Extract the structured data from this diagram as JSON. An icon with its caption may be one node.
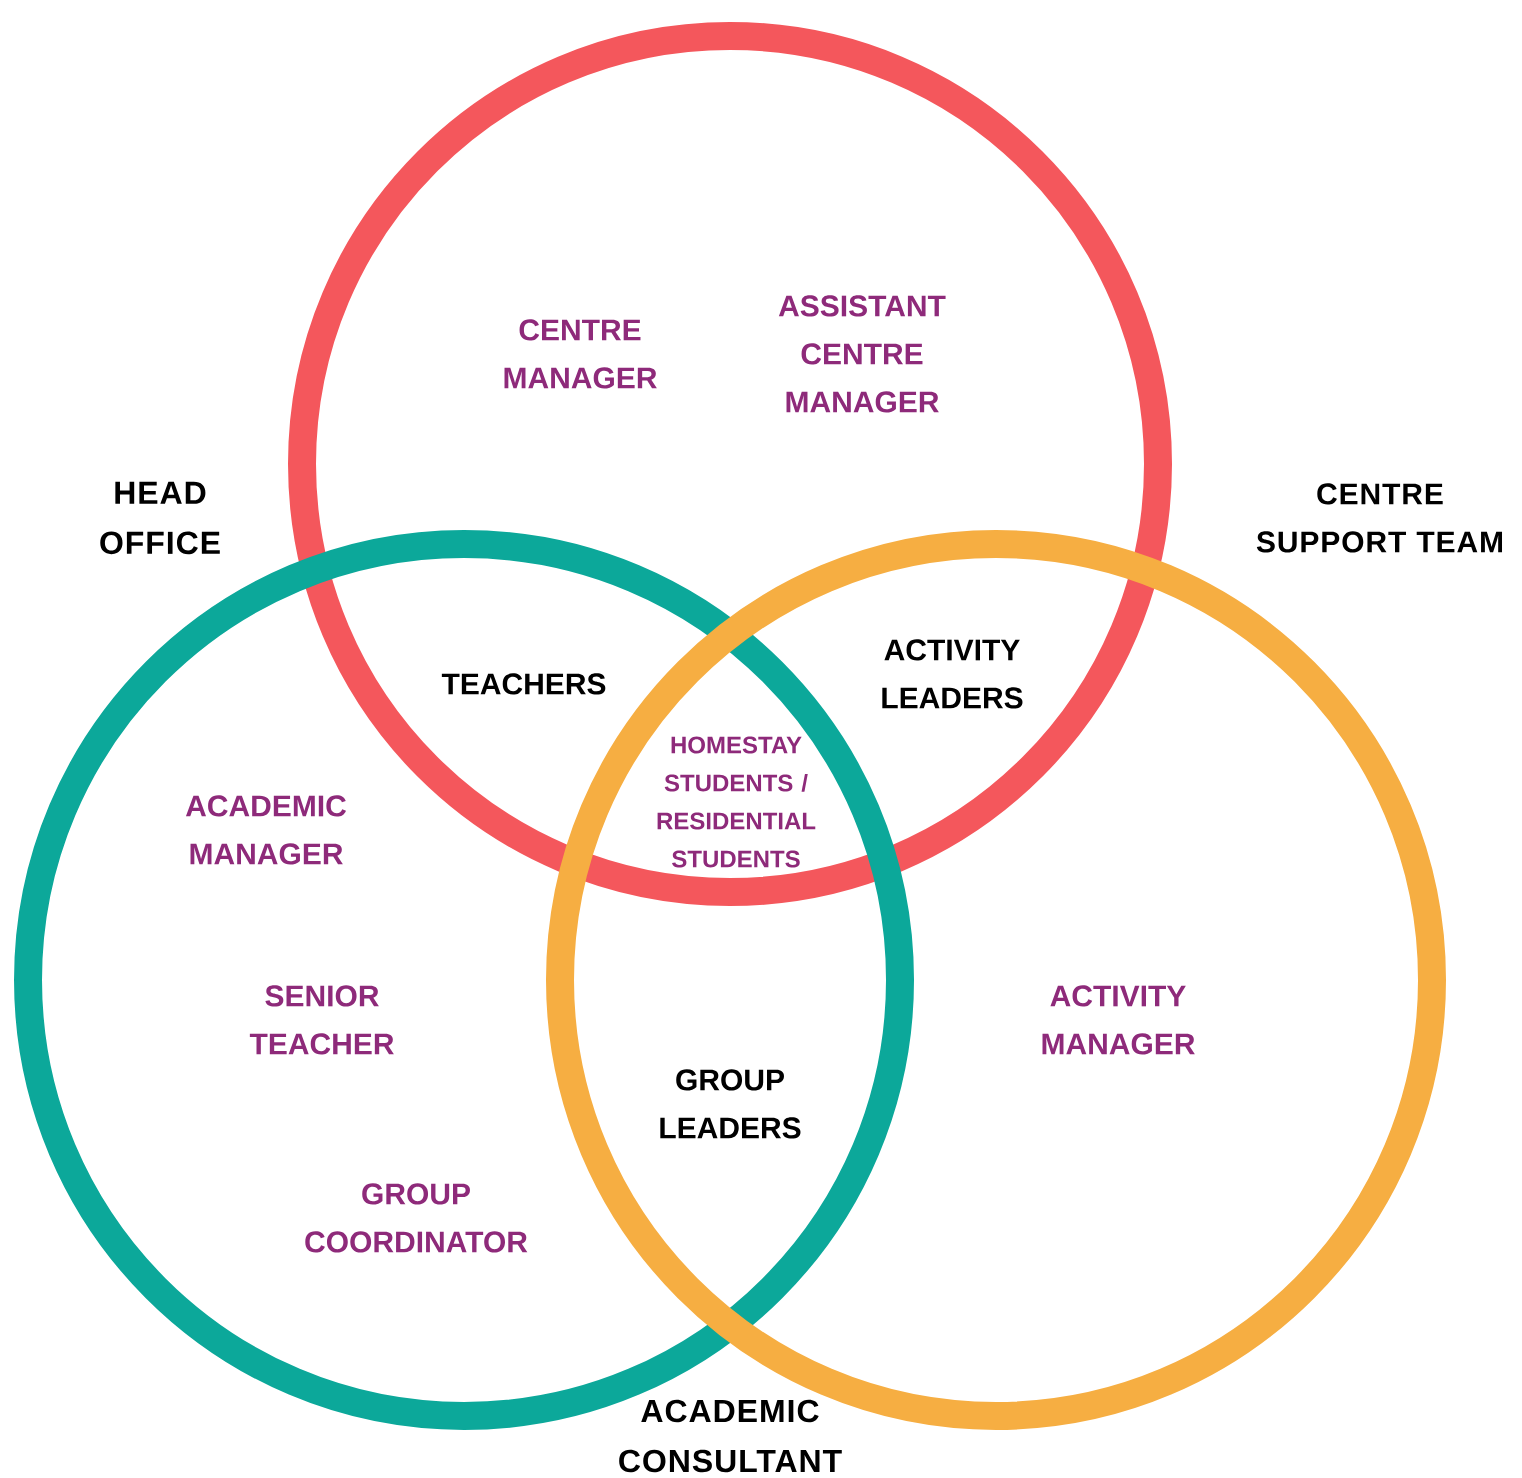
{
  "diagram": {
    "nodes": [
      {
        "text": [],
        "shape": "circle"
      },
      {
        "text": [],
        "shape": "circle"
      },
      {
        "text": [],
        "shape": "circle"
      }
    ],
    "labels": [
      "CENTRE MANAGER",
      "ASSISTANT CENTRE MANAGER",
      "HEAD OFFICE",
      "CENTRE SUPPORT TEAM",
      "TEACHERS",
      "ACTIVITY LEADERS",
      "HOMESTAY STUDENTS / RESIDENTIAL STUDENTS",
      "ACADEMIC MANAGER",
      "SENIOR TEACHER",
      "ACTIVITY MANAGER",
      "GROUP LEADERS",
      "GROUP COORDINATOR",
      "ACADEMIC CONSULTANT"
    ]
  }
}
